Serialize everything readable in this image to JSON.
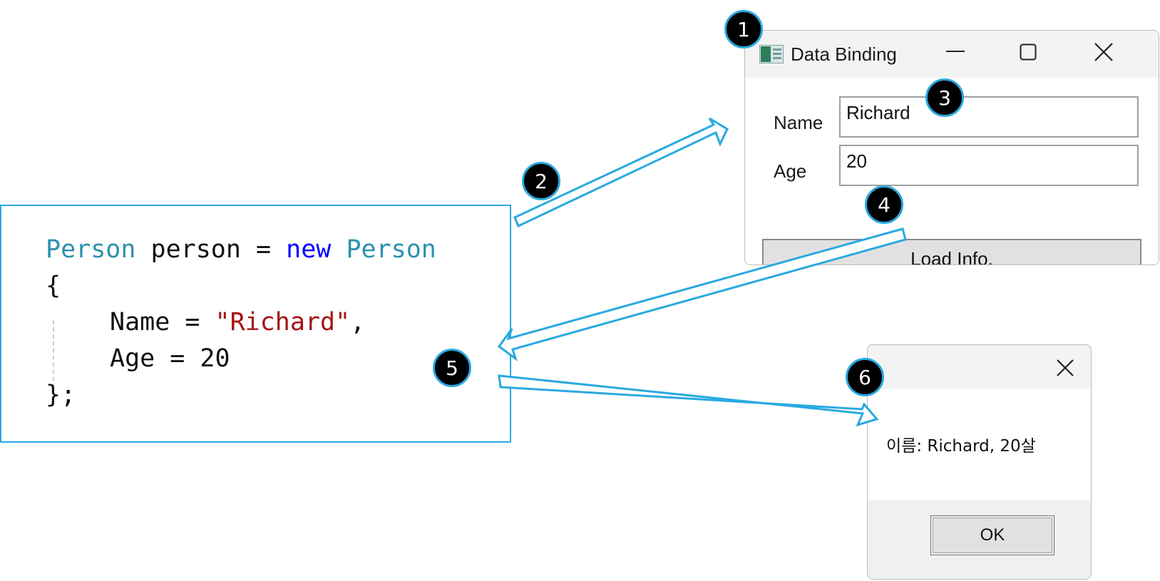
{
  "code": {
    "line1": {
      "type1": "Person",
      "var": " person = ",
      "kw": "new",
      "type2": " Person"
    },
    "line2": "{",
    "line3": {
      "prefix": "Name = ",
      "str": "\"Richard\"",
      "suffix": ","
    },
    "line4": "Age = 20",
    "line5": "};"
  },
  "main_window": {
    "title": "Data Binding",
    "minimize_glyph": "—",
    "maximize_glyph": "☐",
    "close_glyph": "✕",
    "name_label": "Name",
    "name_value": "Richard",
    "age_label": "Age",
    "age_value": "20",
    "load_button": "Load Info."
  },
  "message_box": {
    "close_glyph": "✕",
    "message": "이름: Richard, 20살",
    "ok_button": "OK"
  },
  "markers": [
    "1",
    "2",
    "3",
    "4",
    "5",
    "6"
  ],
  "colors": {
    "accent": "#29a9e0",
    "code_type": "#2b91af",
    "code_keyword": "#0000ff",
    "code_string": "#a31515"
  }
}
